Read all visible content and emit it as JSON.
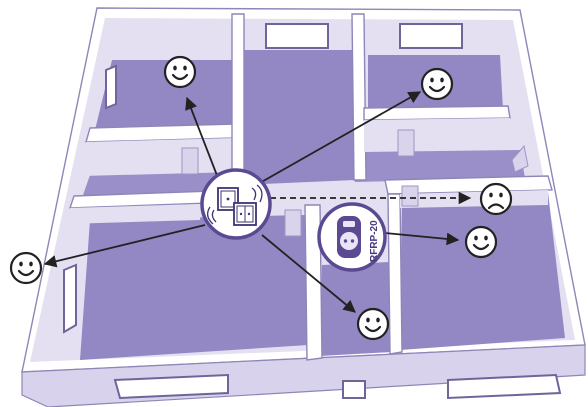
{
  "diagram": {
    "repeater_label": "RFRP-20",
    "colors": {
      "floor": "#9388c4",
      "wall_inner": "#e4e0f2",
      "device_ring": "#5b4a92",
      "arrow": "#222222"
    },
    "hub_icon": "wall-switch-transmitter-icon",
    "repeater_icon": "socket-repeater-icon",
    "receivers": [
      {
        "room": "top-left",
        "status": "happy"
      },
      {
        "room": "top-right",
        "status": "happy"
      },
      {
        "room": "right-middle",
        "status": "sad",
        "link": "dashed"
      },
      {
        "room": "right-bottom",
        "status": "happy",
        "via": "RFRP-20"
      },
      {
        "room": "outside-left",
        "status": "happy"
      },
      {
        "room": "bottom-center",
        "status": "happy"
      }
    ]
  }
}
